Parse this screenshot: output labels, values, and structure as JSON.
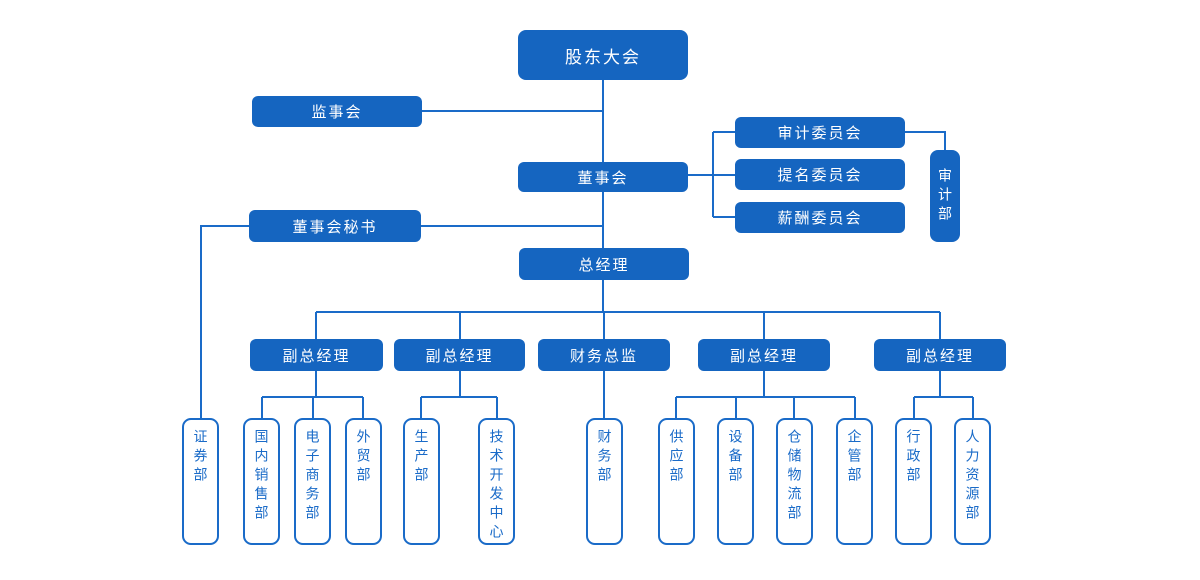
{
  "colors": {
    "page_bg": "#ffffff",
    "node_fill": "#1565c0",
    "node_text": "#ffffff",
    "line": "#1a6bc8",
    "vnode_text": "#1a6bc8"
  },
  "chart": {
    "type": "org-chart",
    "nodes": {
      "shareholders": "股东大会",
      "supervisory": "监事会",
      "board": "董事会",
      "audit_committee": "审计委员会",
      "nomination_committee": "提名委员会",
      "compensation_committee": "薪酬委员会",
      "audit_dept": "审计部",
      "board_secretary": "董事会秘书",
      "general_manager": "总经理",
      "deputy_gm_1": "副总经理",
      "deputy_gm_2": "副总经理",
      "cfo": "财务总监",
      "deputy_gm_3": "副总经理",
      "deputy_gm_4": "副总经理",
      "securities": "证券部",
      "domestic_sales": "国内销售部",
      "ecommerce": "电子商务部",
      "foreign_trade": "外贸部",
      "production": "生产部",
      "tech_center": "技术开发中心",
      "finance": "财务部",
      "supply": "供应部",
      "equipment": "设备部",
      "warehouse_logistics": "仓储物流部",
      "enterprise_mgmt": "企管部",
      "administration": "行政部",
      "hr": "人力资源部"
    },
    "edges": [
      [
        "shareholders",
        "supervisory"
      ],
      [
        "shareholders",
        "board"
      ],
      [
        "board",
        "audit_committee"
      ],
      [
        "board",
        "nomination_committee"
      ],
      [
        "board",
        "compensation_committee"
      ],
      [
        "audit_committee",
        "audit_dept"
      ],
      [
        "board",
        "board_secretary"
      ],
      [
        "board_secretary",
        "securities"
      ],
      [
        "board",
        "general_manager"
      ],
      [
        "general_manager",
        "deputy_gm_1"
      ],
      [
        "general_manager",
        "deputy_gm_2"
      ],
      [
        "general_manager",
        "cfo"
      ],
      [
        "general_manager",
        "deputy_gm_3"
      ],
      [
        "general_manager",
        "deputy_gm_4"
      ],
      [
        "deputy_gm_1",
        "domestic_sales"
      ],
      [
        "deputy_gm_1",
        "ecommerce"
      ],
      [
        "deputy_gm_1",
        "foreign_trade"
      ],
      [
        "deputy_gm_2",
        "production"
      ],
      [
        "deputy_gm_2",
        "tech_center"
      ],
      [
        "cfo",
        "finance"
      ],
      [
        "deputy_gm_3",
        "supply"
      ],
      [
        "deputy_gm_3",
        "equipment"
      ],
      [
        "deputy_gm_3",
        "warehouse_logistics"
      ],
      [
        "deputy_gm_3",
        "enterprise_mgmt"
      ],
      [
        "deputy_gm_4",
        "administration"
      ],
      [
        "deputy_gm_4",
        "hr"
      ]
    ]
  }
}
